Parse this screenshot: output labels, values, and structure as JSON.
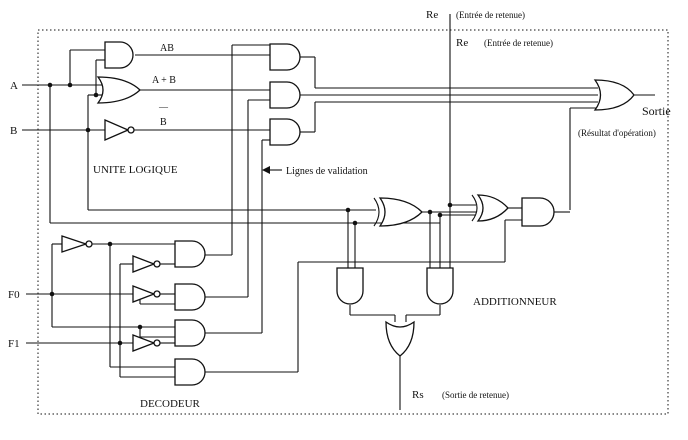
{
  "labels": {
    "re_top": "Re",
    "re_top_note": "(Entrée de retenue)",
    "re_inner": "Re",
    "re_inner_note": "(Entrée de retenue)",
    "in_a": "A",
    "in_b": "B",
    "in_f0": "F0",
    "in_f1": "F1",
    "ab": "AB",
    "a_plus_b": "A + B",
    "not_b_bar": "—",
    "not_b": "B",
    "unite_logique": "UNITE LOGIQUE",
    "lignes": "Lignes de validation",
    "sortie": "Sortie",
    "sortie_note": "(Résultat d'opération)",
    "additionneur": "ADDITIONNEUR",
    "decodeur": "DECODEUR",
    "rs": "Rs",
    "rs_note": "(Sortie de retenue)"
  }
}
